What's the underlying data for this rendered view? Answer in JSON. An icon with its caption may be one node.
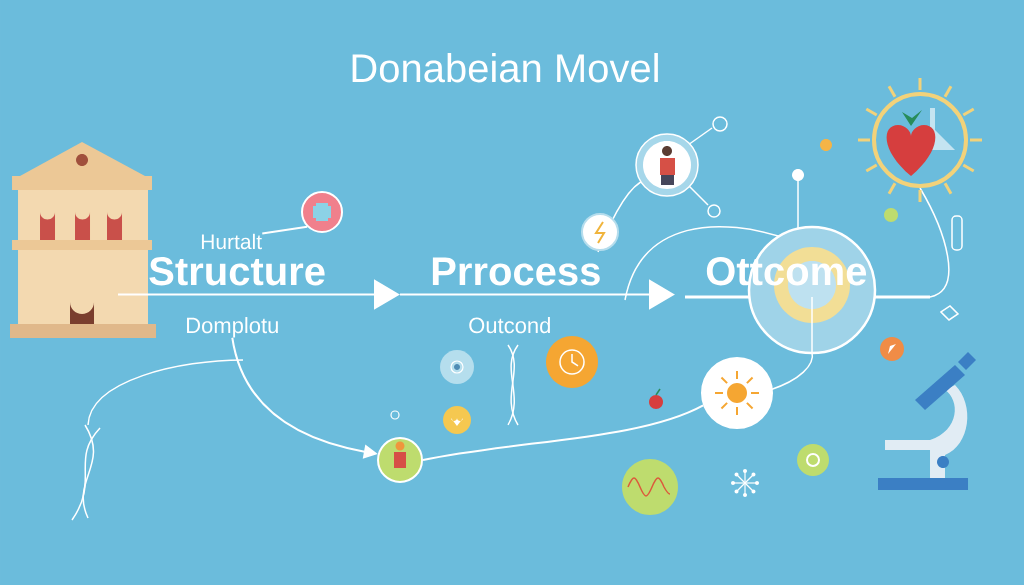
{
  "diagram": {
    "title": "Donabeian Movel",
    "nodes": [
      {
        "text": [
          "Hurtalt"
        ]
      },
      {
        "text": [],
        "shape": "picture"
      },
      {
        "text": [
          "Structure"
        ]
      },
      {
        "text": [
          "Domplotu"
        ]
      },
      {
        "text": [
          "Prrocess"
        ],
        "beside": [
          "Outcond"
        ]
      },
      {
        "text": [
          "Ottcome"
        ]
      },
      {
        "text": [],
        "shape": "picture"
      },
      {
        "text": [],
        "shape": "picture"
      }
    ],
    "edges": [
      {
        "from": 0,
        "to": 1,
        "arrow": "none"
      },
      {
        "from": 2,
        "to": 4,
        "arrow": "to"
      },
      {
        "from": 4,
        "to": 5,
        "arrow": "to"
      },
      {
        "from": 3,
        "to": 6,
        "arrow": "to"
      },
      {
        "from": 6,
        "to": 7,
        "arrow": "none"
      }
    ]
  }
}
